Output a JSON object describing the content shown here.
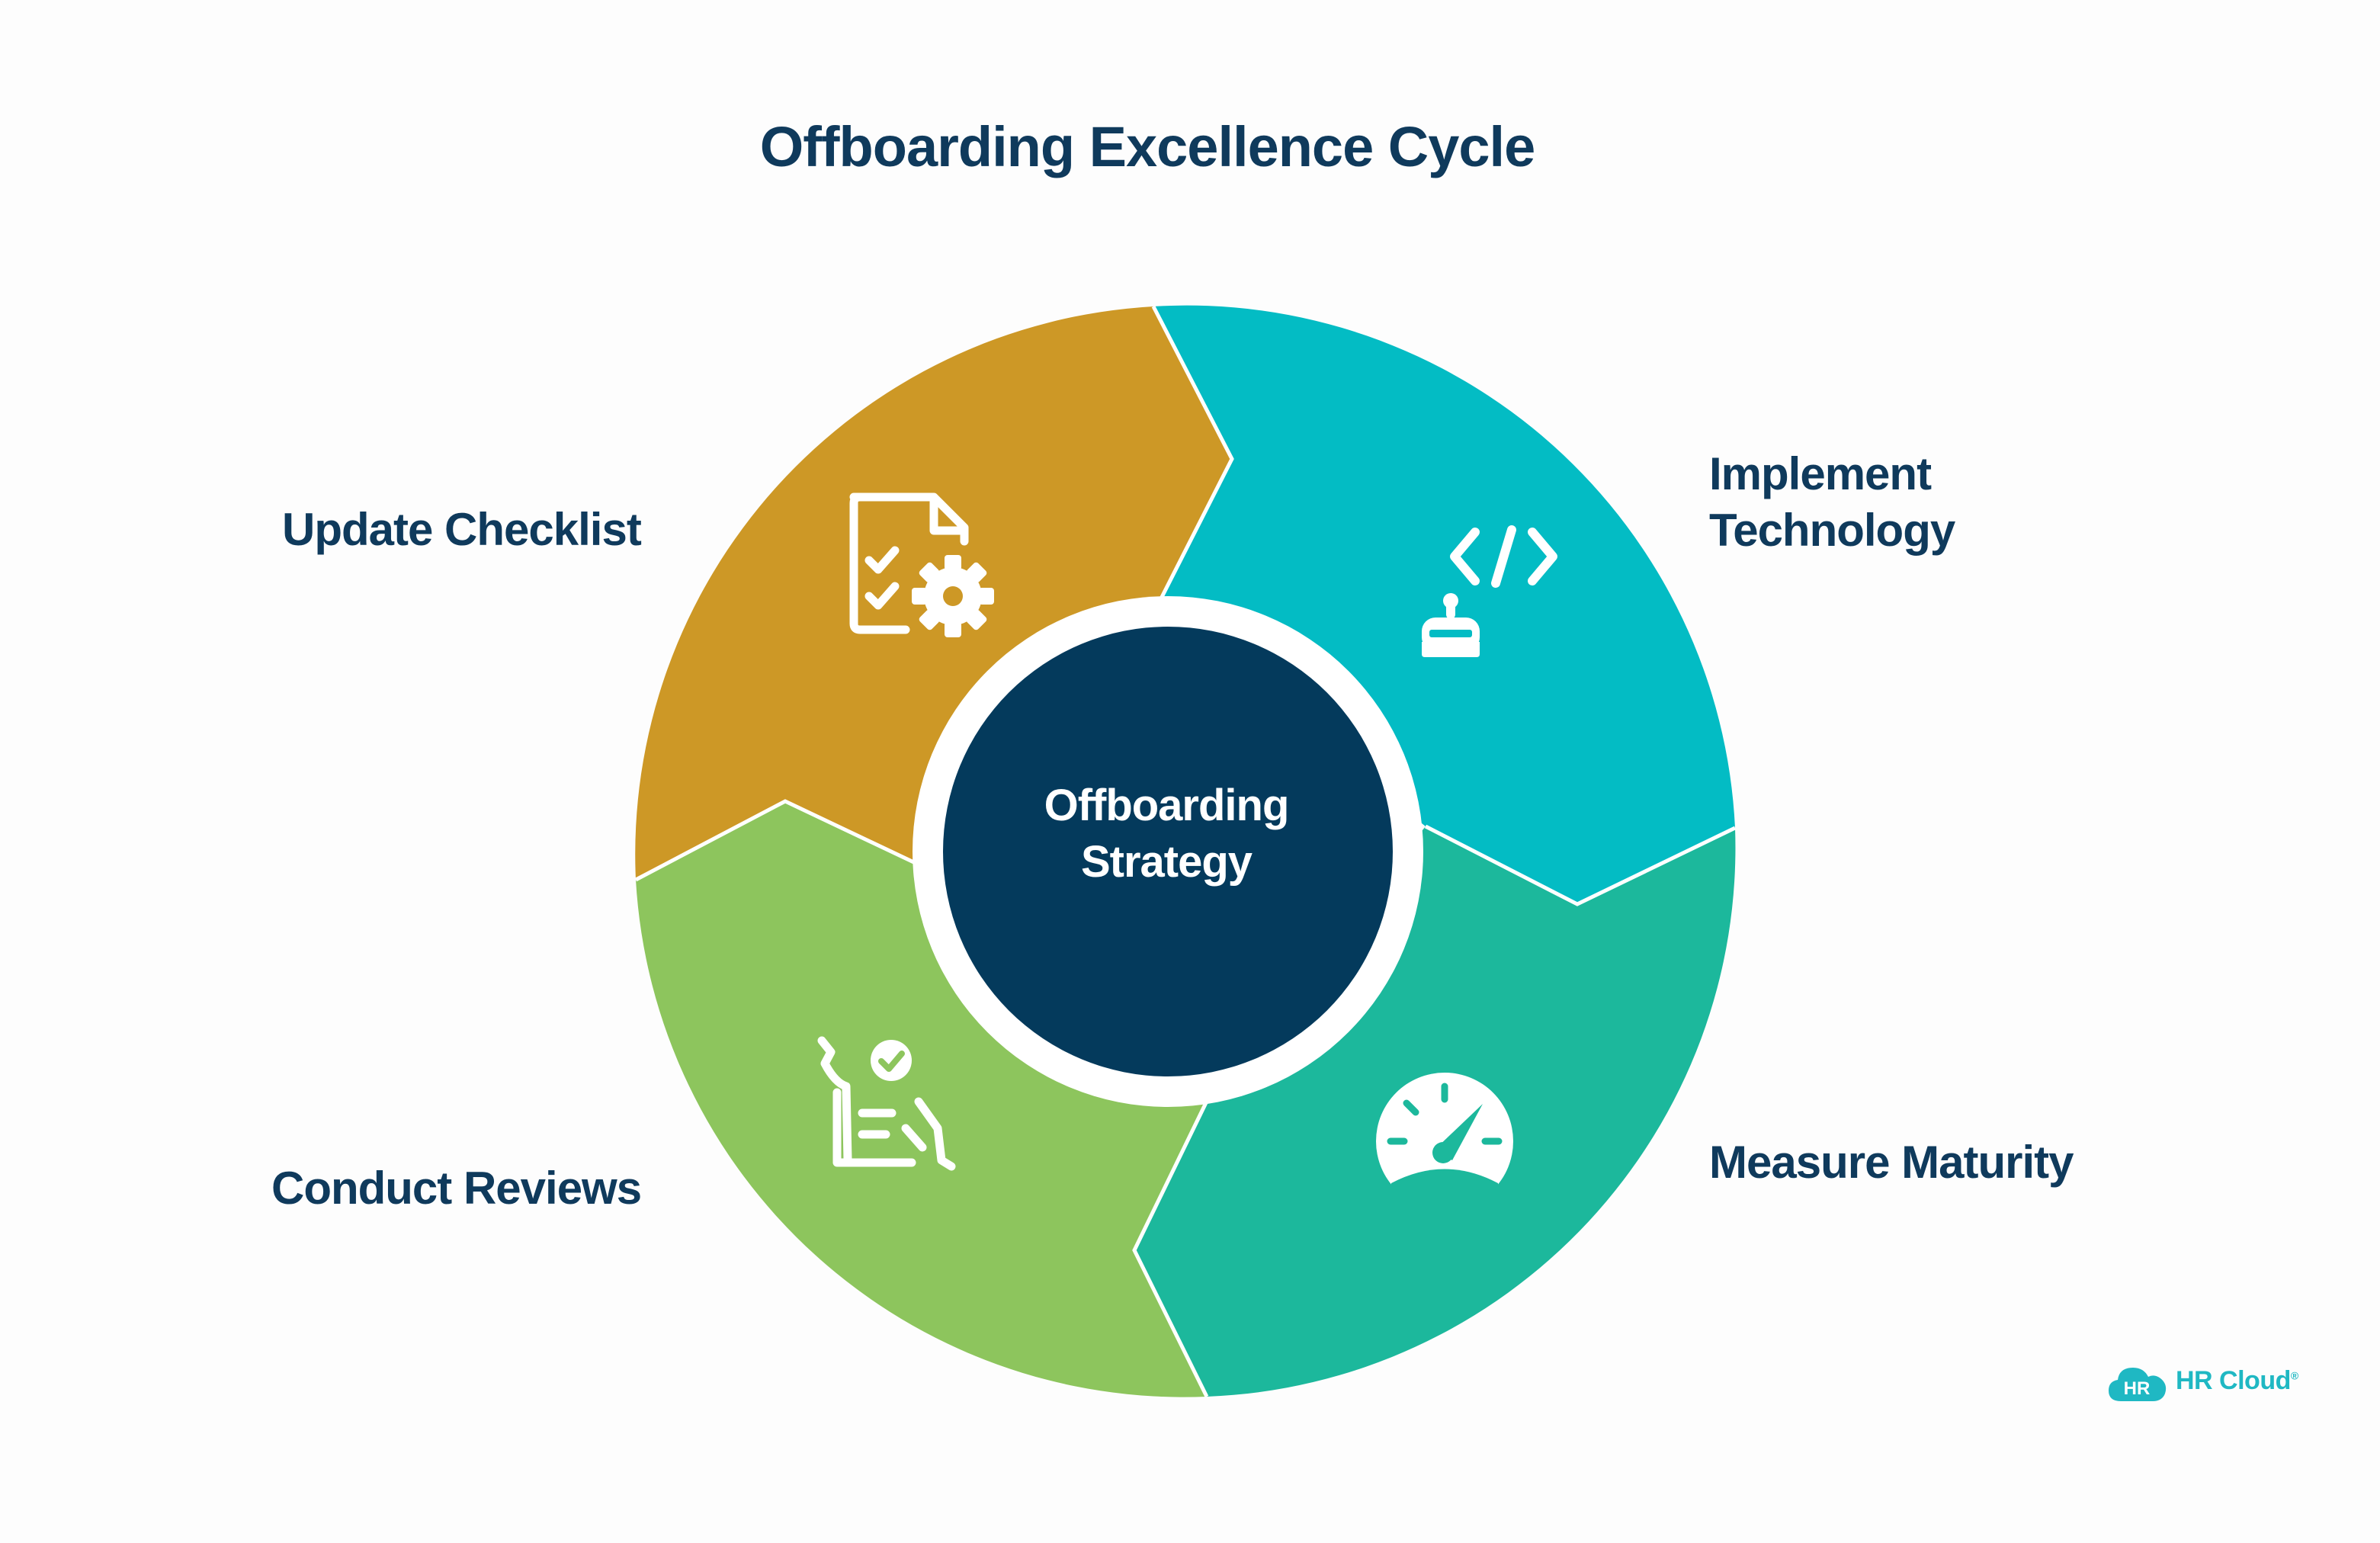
{
  "title": "Offboarding Excellence Cycle",
  "center": {
    "label": "Offboarding\nStrategy",
    "color": "#043a5c"
  },
  "segments": [
    {
      "label": "Update Checklist",
      "color": "#cd9826",
      "icon": "checklist-gear-icon"
    },
    {
      "label": "Implement\nTechnology",
      "color": "#03bcc4",
      "icon": "code-robot-icon"
    },
    {
      "label": "Measure Maturity",
      "color": "#1cb89c",
      "icon": "speedometer-icon"
    },
    {
      "label": "Conduct Reviews",
      "color": "#8dc55d",
      "icon": "hand-review-icon"
    }
  ],
  "logo": {
    "badge": "HR",
    "text": "HR Cloud",
    "mark": "®",
    "color": "#1fb8c3"
  }
}
